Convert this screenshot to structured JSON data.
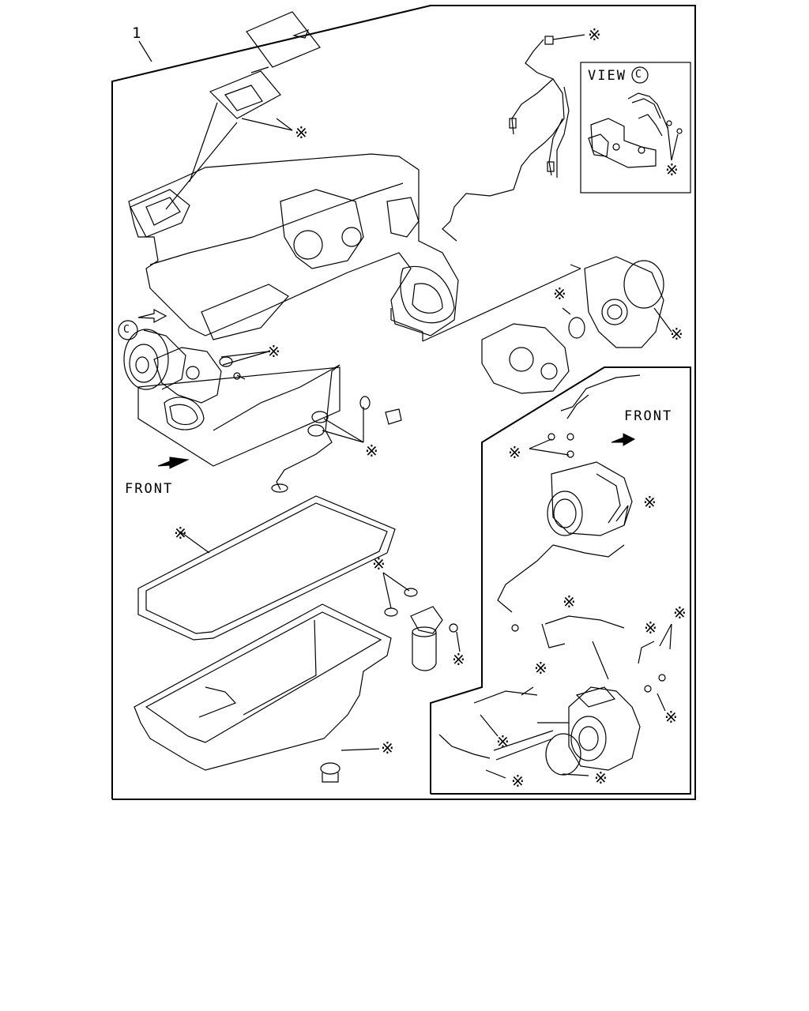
{
  "callouts": {
    "part_number": "1",
    "front_main": "FRONT",
    "front_inset": "FRONT",
    "view_label": "VIEW",
    "view_letter": "C",
    "view_marker": "C"
  },
  "asterisk_symbol": "※"
}
